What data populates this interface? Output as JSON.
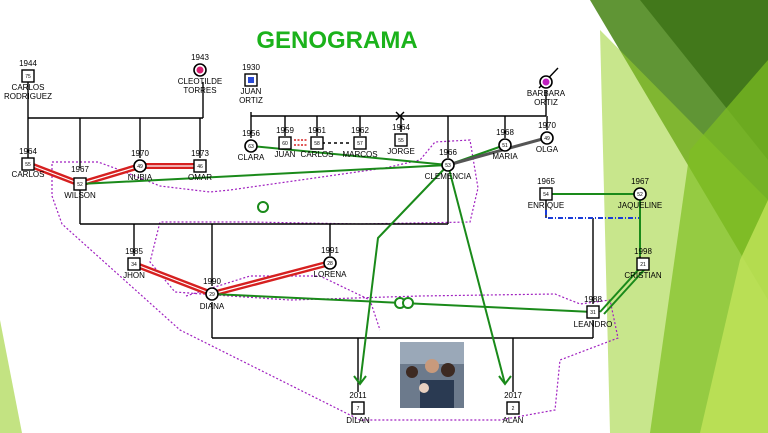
{
  "title": "GENOGRAMA",
  "colors": {
    "title": "#1bb21b",
    "deco_dark": "#4f8a1f",
    "deco_light": "#9bd12e",
    "conflict": "#d62020",
    "close": "#1a8a1a",
    "distant": "#1a3bd6",
    "boundary": "#a020c0"
  },
  "persons": [
    {
      "id": "carlos_r",
      "year": "1944",
      "age": "75",
      "name": "CARLOS",
      "name2": "RODRIGUEZ",
      "sex": "M"
    },
    {
      "id": "cleotilde",
      "year": "1943",
      "age": "",
      "name": "CLEOTILDE",
      "name2": "TORRES",
      "sex": "F"
    },
    {
      "id": "juan_o",
      "year": "1930",
      "age": "",
      "name": "JUAN",
      "name2": "ORTIZ",
      "sex": "M"
    },
    {
      "id": "barbara",
      "year": "",
      "age": "",
      "name": "BARBARA",
      "name2": "ORTIZ",
      "sex": "F"
    },
    {
      "id": "carlos",
      "year": "1964",
      "age": "55",
      "name": "CARLOS",
      "name2": "",
      "sex": "M"
    },
    {
      "id": "wilson",
      "year": "1967",
      "age": "52",
      "name": "WILSON",
      "name2": "",
      "sex": "M"
    },
    {
      "id": "nubia",
      "year": "1970",
      "age": "49",
      "name": "NUBIA",
      "name2": "",
      "sex": "F"
    },
    {
      "id": "omar",
      "year": "1973",
      "age": "46",
      "name": "OMAR",
      "name2": "",
      "sex": "M"
    },
    {
      "id": "clara",
      "year": "1956",
      "age": "63",
      "name": "CLARA",
      "name2": "",
      "sex": "F"
    },
    {
      "id": "juan",
      "year": "1959",
      "age": "60",
      "name": "JUAN",
      "name2": "",
      "sex": "M"
    },
    {
      "id": "carlos2",
      "year": "1961",
      "age": "58",
      "name": "CARLOS",
      "name2": "",
      "sex": "M"
    },
    {
      "id": "marcos",
      "year": "1962",
      "age": "57",
      "name": "MARCOS",
      "name2": "",
      "sex": "M"
    },
    {
      "id": "jorge",
      "year": "1964",
      "age": "55",
      "name": "JORGE",
      "name2": "",
      "sex": "M"
    },
    {
      "id": "clemencia",
      "year": "1966",
      "age": "53",
      "name": "CLEMENCIA",
      "name2": "",
      "sex": "F"
    },
    {
      "id": "maria",
      "year": "1968",
      "age": "51",
      "name": "MARIA",
      "name2": "",
      "sex": "F"
    },
    {
      "id": "olga",
      "year": "1970",
      "age": "49",
      "name": "OLGA",
      "name2": "",
      "sex": "F"
    },
    {
      "id": "enrique",
      "year": "1965",
      "age": "54",
      "name": "ENRIQUE",
      "name2": "",
      "sex": "M"
    },
    {
      "id": "jaqueline",
      "year": "1967",
      "age": "52",
      "name": "JAQUELINE",
      "name2": "",
      "sex": "F"
    },
    {
      "id": "jhon",
      "year": "1985",
      "age": "34",
      "name": "JHON",
      "name2": "",
      "sex": "M"
    },
    {
      "id": "diana",
      "year": "1990",
      "age": "29",
      "name": "DIANA",
      "name2": "",
      "sex": "F"
    },
    {
      "id": "lorena",
      "year": "1991",
      "age": "28",
      "name": "LORENA",
      "name2": "",
      "sex": "F"
    },
    {
      "id": "cristian",
      "year": "1998",
      "age": "21",
      "name": "CRISTIAN",
      "name2": "",
      "sex": "M"
    },
    {
      "id": "leandro",
      "year": "1988",
      "age": "31",
      "name": "LEANDRO",
      "name2": "",
      "sex": "M"
    },
    {
      "id": "dilan",
      "year": "2011",
      "age": "7",
      "name": "DILAN",
      "name2": "",
      "sex": "M"
    },
    {
      "id": "alan",
      "year": "2017",
      "age": "2",
      "name": "ALAN",
      "name2": "",
      "sex": "M"
    }
  ]
}
